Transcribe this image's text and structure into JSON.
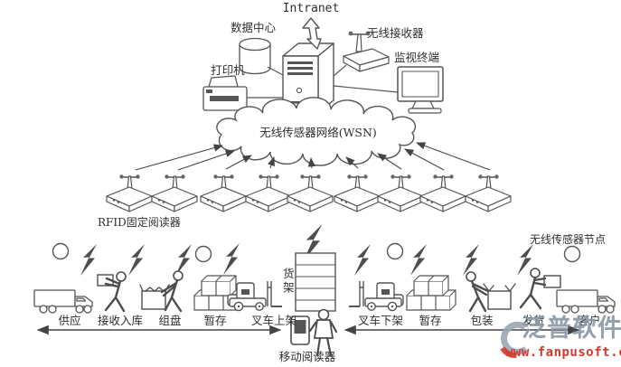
{
  "labels": {
    "intranet": "Intranet",
    "data_center": "数据中心",
    "wireless_receiver": "无线接收器",
    "monitor_terminal": "监视终端",
    "printer": "打印机",
    "wsn_cloud": "无线传感器网络(WSN)",
    "rfid_fixed_reader": "RFID固定阅读器",
    "wireless_sensor_node": "无线传感器节点",
    "shelf": "货架",
    "mobile_reader": "移动阅读器"
  },
  "stations": [
    {
      "label": "供应",
      "icon": "truck"
    },
    {
      "label": "接收入库",
      "icon": "worker-carrying"
    },
    {
      "label": "组盘",
      "icon": "worker-bin"
    },
    {
      "label": "暂存",
      "icon": "box-stack"
    },
    {
      "label": "叉车上架",
      "icon": "forklift-right"
    },
    {
      "label": "叉车下架",
      "icon": "forklift-left"
    },
    {
      "label": "暂存",
      "icon": "box-stack"
    },
    {
      "label": "包装",
      "icon": "worker-packing"
    },
    {
      "label": "发货",
      "icon": "worker-shipping"
    },
    {
      "label": "客户",
      "icon": "truck"
    }
  ],
  "watermark": {
    "brand": "泛普软件",
    "url": "www.fanpusoft.com",
    "brand_color": "#8b99a8",
    "url_color": "#d23b2e"
  },
  "colors": {
    "line": "#4d4d4d",
    "fill": "#ffffff"
  }
}
